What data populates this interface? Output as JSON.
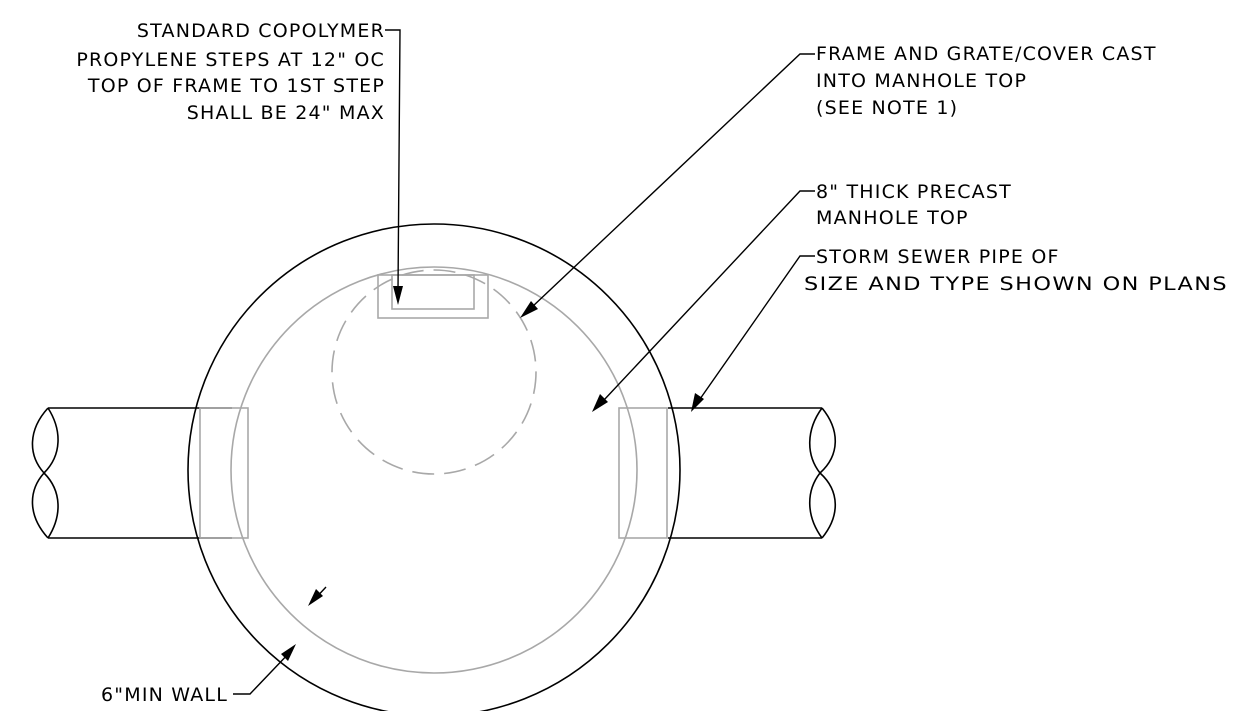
{
  "labels": {
    "steps": [
      "STANDARD COPOLYMER",
      "PROPYLENE STEPS AT 12\" OC",
      "TOP OF FRAME TO 1ST STEP",
      "SHALL BE 24\" MAX"
    ],
    "frame": [
      "FRAME AND GRATE/COVER CAST",
      "INTO MANHOLE TOP",
      "(SEE NOTE 1)"
    ],
    "top": [
      "8\" THICK PRECAST",
      "MANHOLE TOP"
    ],
    "pipe": [
      "STORM SEWER PIPE OF",
      "SIZE AND TYPE SHOWN ON PLANS"
    ],
    "wall": "6\"MIN WALL"
  },
  "colors": {
    "line": "#000000",
    "hidden": "#a8a8a8",
    "background": "#ffffff"
  }
}
